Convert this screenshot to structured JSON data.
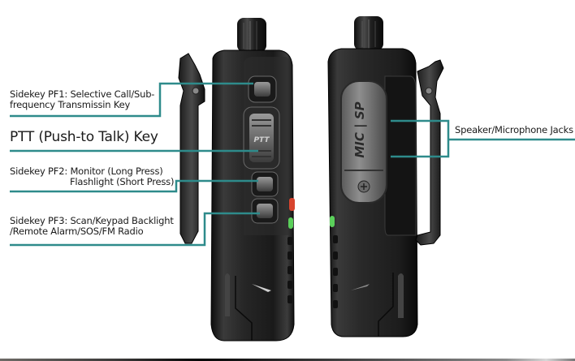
{
  "callouts": {
    "pf1": {
      "line1": "Sidekey PF1: Selective Call/Sub-",
      "line2": "frequency Transmissin Key"
    },
    "ptt": {
      "text": "PTT (Push-to Talk) Key"
    },
    "pf2": {
      "line1": "Sidekey PF2: Monitor (Long Press)",
      "line2": "Flashlight (Short Press)"
    },
    "pf3": {
      "line1": "Sidekey PF3: Scan/Keypad Backlight",
      "line2": "/Remote Alarm/SOS/FM Radio"
    },
    "jacks": {
      "text": "Speaker/Microphone Jacks"
    }
  },
  "radio_left": {
    "ptt_key_label": "PTT"
  },
  "radio_right": {
    "jack_cover_label": "MIC | SP"
  },
  "colors": {
    "callout_line": "#2e8b8b",
    "radio_body": "#1e1e1e",
    "led_red": "#d8442e",
    "led_green": "#5bd05b"
  }
}
